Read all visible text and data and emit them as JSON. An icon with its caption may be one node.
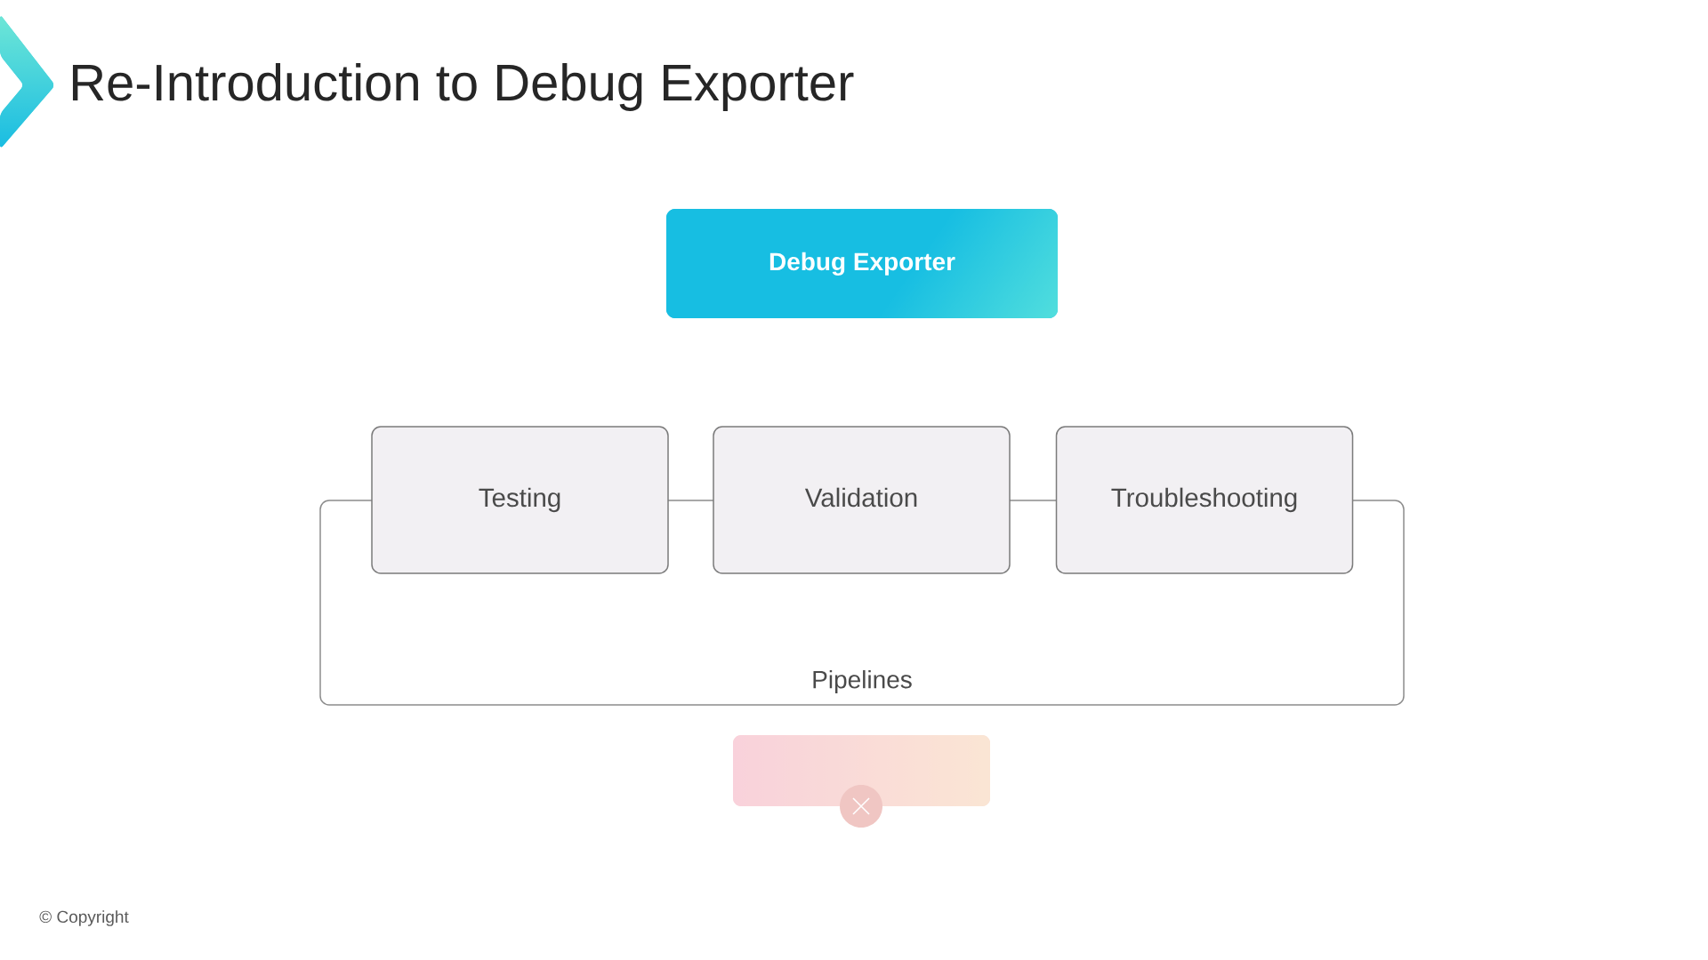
{
  "diagram": {
    "title": "Re-Introduction to Debug Exporter",
    "nodes": [
      {
        "text": [
          "Debug Exporter"
        ]
      },
      {
        "text": [
          "Pipelines"
        ]
      },
      {
        "text": [
          "Testing"
        ]
      },
      {
        "text": [
          "Validation"
        ]
      },
      {
        "text": [
          "Troubleshooting"
        ]
      }
    ],
    "labels": [
      "© Copyright"
    ]
  }
}
